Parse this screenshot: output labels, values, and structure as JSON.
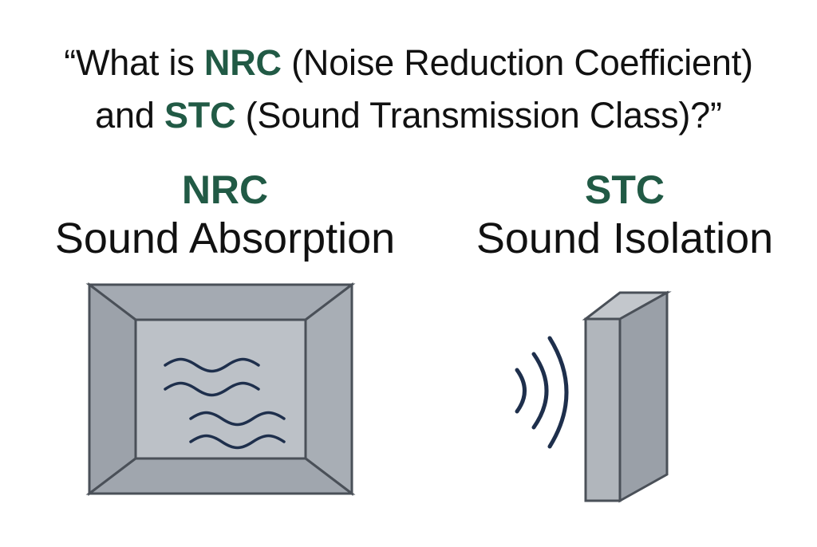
{
  "title": {
    "open_quote": "“",
    "part1": "What is ",
    "nrc": "NRC",
    "part2": " (Noise Reduction Coefficient)",
    "part3": "and ",
    "stc": "STC",
    "part4": " (Sound Transmission Class)?",
    "close_quote": "”"
  },
  "left": {
    "heading": "NRC",
    "subheading": "Sound Absorption",
    "icon": "acoustic-panel-with-sound-waves"
  },
  "right": {
    "heading": "STC",
    "subheading": "Sound Isolation",
    "icon": "wall-blocking-sound-arcs"
  },
  "colors": {
    "accent": "#215a45",
    "text": "#111111",
    "panel": "#a8aeb5",
    "panel_inner": "#bcc1c7",
    "outline": "#4a5058",
    "wave": "#1e2f4c"
  }
}
